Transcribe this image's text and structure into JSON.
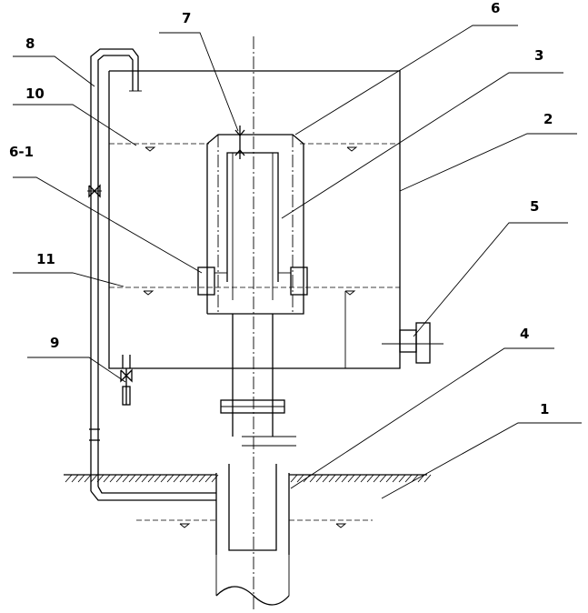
{
  "labels": {
    "l1": "1",
    "l2": "2",
    "l3": "3",
    "l4": "4",
    "l5": "5",
    "l6": "6",
    "l6_1": "6-1",
    "l7": "7",
    "l8": "8",
    "l9": "9",
    "l10": "10",
    "l11": "11"
  }
}
